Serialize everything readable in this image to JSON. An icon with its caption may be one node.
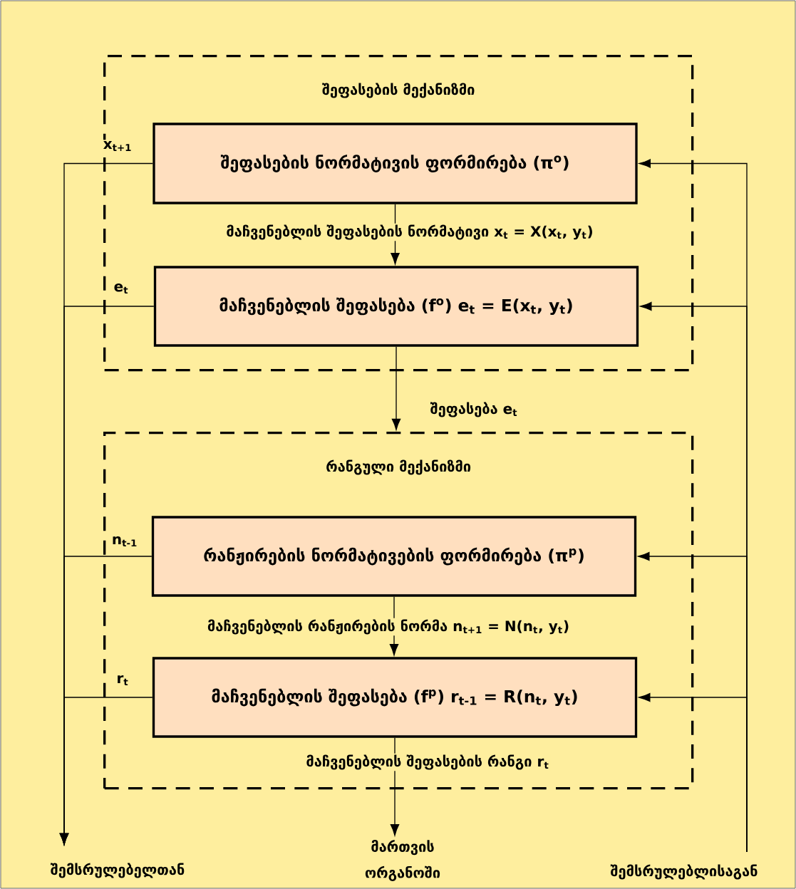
{
  "diagram": {
    "nodes": [
      {
        "text": [
          "შეფასების მექანიზმი"
        ]
      },
      {
        "text": [
          "შეფასების ნორმატივის ფორმირება (π$^{o}$)"
        ],
        "in": 0
      },
      {
        "text": [
          "მაჩვენებლის შეფასება (f$^{o}$) e$_{t}$ = E(x$_{t}$, y$_{t}$)"
        ],
        "in": 0
      },
      {
        "text": [
          "რანგული მექანიზმი"
        ]
      },
      {
        "text": [
          "რანჟირების ნორმატივების ფორმირება (π$^{p}$)"
        ],
        "in": 3
      },
      {
        "text": [
          "მაჩვენებლის შეფასება (f$^{p}$) r$_{t-1}$ = R(n$_{t}$, y$_{t}$)"
        ],
        "in": 3
      },
      {
        "text": [
          "შემსრულებელთან"
        ]
      },
      {
        "text": [
          "მართვის ორგანოში"
        ]
      },
      {
        "text": [
          "შემსრულებლისაგან"
        ]
      }
    ],
    "edges": [
      {
        "from": 1,
        "to": 2,
        "arrow": "to",
        "label": "მაჩვენებლის შეფასების ნორმატივი x$_{t}$ = X(x$_{t}$, y$_{t}$)"
      },
      {
        "from": 2,
        "to": 3,
        "arrow": "to",
        "label": "შეფასება e$_{t}$"
      },
      {
        "from": 4,
        "to": 5,
        "arrow": "to",
        "label": "მაჩვენებლის რანჟირების ნორმა n$_{t+1}$ = N(n$_{t}$, y$_{t}$)"
      },
      {
        "from": 5,
        "to": 7,
        "arrow": "to",
        "label": "მაჩვენებლის შეფასების რანგი r$_{t}$"
      },
      {
        "from": 1,
        "to": 6,
        "arrow": "to",
        "label": "x$_{t+1}$"
      },
      {
        "from": 2,
        "to": 6,
        "arrow": "to",
        "label": "e$_{t}$"
      },
      {
        "from": 4,
        "to": 6,
        "arrow": "to",
        "label": "n$_{t-1}$"
      },
      {
        "from": 5,
        "to": 6,
        "arrow": "to",
        "label": "r$_{t}$"
      },
      {
        "from": 8,
        "to": 1,
        "arrow": "to"
      },
      {
        "from": 8,
        "to": 2,
        "arrow": "to"
      },
      {
        "from": 8,
        "to": 4,
        "arrow": "to"
      },
      {
        "from": 8,
        "to": 5,
        "arrow": "to"
      }
    ]
  }
}
